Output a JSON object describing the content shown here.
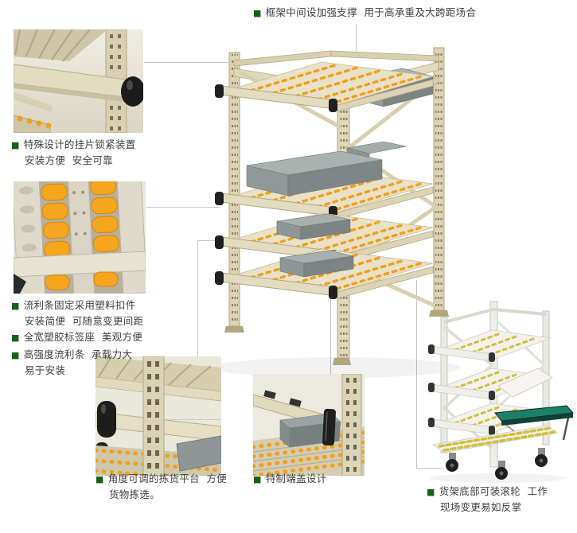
{
  "icons": {
    "bullet": "■"
  },
  "colors": {
    "bg": "#ffffff",
    "text": "#3f3f3f",
    "bullet-green": "#176117",
    "line": "#c6c6c6",
    "rack-beige": "#ded5b8",
    "rack-beige-dark": "#b3a884",
    "roller-orange": "#f2a01d",
    "bin-gray": "#97a09e",
    "cap-black": "#202020",
    "white-rack": "#ebe9e3",
    "strip-yellow": "#d2bf3a",
    "table-green": "#1c8068"
  },
  "annotations": {
    "frame_support": {
      "lines": [
        "框架中间设加强支撑  用于高承重及大跨距场合"
      ]
    },
    "lock_device": {
      "lines": [
        "特殊设计的挂片锁紧装置",
        "安装方便  安全可靠"
      ]
    },
    "roller_fixing": {
      "lines": [
        "流利条固定采用塑料扣件",
        "安装简便  可随意变更间距"
      ]
    },
    "label_holder": {
      "lines": [
        "全宽塑胶标签座  美观方便"
      ]
    },
    "roller_strength": {
      "lines": [
        "高强度流利条  承载力大",
        "易于安装"
      ]
    },
    "picking_platform": {
      "lines": [
        "角度可调的拣货平台  方便",
        "货物拣选。"
      ]
    },
    "end_cap": {
      "lines": [
        "特制端盖设计"
      ]
    },
    "casters": {
      "lines": [
        "货架底部可装滚轮  工作",
        "现场变更易如反掌"
      ]
    }
  }
}
